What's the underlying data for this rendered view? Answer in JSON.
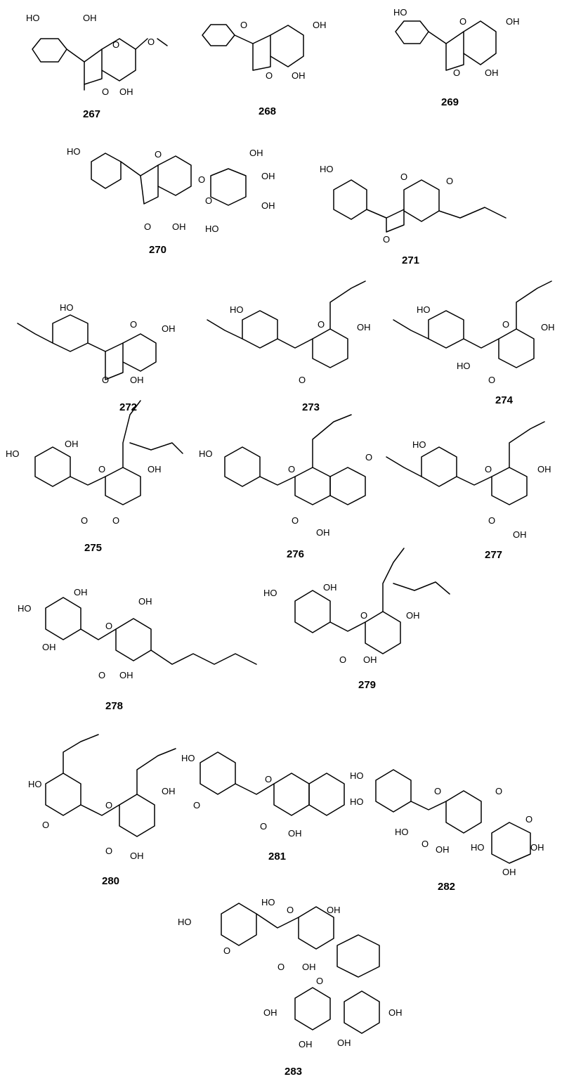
{
  "compounds": [
    {
      "number": "267",
      "labels": [
        "HO",
        "OH",
        "O",
        "O",
        "O",
        "OH"
      ]
    },
    {
      "number": "268",
      "labels": [
        "O",
        "OH",
        "O",
        "OH"
      ]
    },
    {
      "number": "269",
      "labels": [
        "HO",
        "O",
        "OH",
        "O",
        "OH"
      ]
    },
    {
      "number": "270",
      "labels": [
        "HO",
        "O",
        "O",
        "OH",
        "OH",
        "OH",
        "O",
        "OH",
        "O",
        "HO"
      ]
    },
    {
      "number": "271",
      "labels": [
        "HO",
        "O",
        "O",
        "O"
      ]
    },
    {
      "number": "272",
      "labels": [
        "HO",
        "O",
        "OH",
        "O",
        "OH"
      ]
    },
    {
      "number": "273",
      "labels": [
        "HO",
        "O",
        "OH",
        "O"
      ]
    },
    {
      "number": "274",
      "labels": [
        "HO",
        "O",
        "OH",
        "HO",
        "O"
      ]
    },
    {
      "number": "275",
      "labels": [
        "HO",
        "OH",
        "O",
        "OH",
        "O",
        "O"
      ]
    },
    {
      "number": "276",
      "labels": [
        "HO",
        "O",
        "O",
        "O",
        "OH"
      ]
    },
    {
      "number": "277",
      "labels": [
        "HO",
        "O",
        "OH",
        "O",
        "OH"
      ]
    },
    {
      "number": "278",
      "labels": [
        "HO",
        "OH",
        "O",
        "OH",
        "OH",
        "O",
        "OH"
      ]
    },
    {
      "number": "279",
      "labels": [
        "HO",
        "OH",
        "O",
        "OH",
        "O",
        "OH"
      ]
    },
    {
      "number": "280",
      "labels": [
        "HO",
        "O",
        "O",
        "OH",
        "O",
        "OH"
      ]
    },
    {
      "number": "281",
      "labels": [
        "HO",
        "O",
        "O",
        "O",
        "OH"
      ]
    },
    {
      "number": "282",
      "labels": [
        "HO",
        "HO",
        "O",
        "O",
        "O",
        "HO",
        "O",
        "OH",
        "HO",
        "OH",
        "OH"
      ]
    },
    {
      "number": "283",
      "labels": [
        "HO",
        "HO",
        "O",
        "OH",
        "O",
        "O",
        "OH",
        "O",
        "OH",
        "OH",
        "OH",
        "OH"
      ]
    }
  ]
}
